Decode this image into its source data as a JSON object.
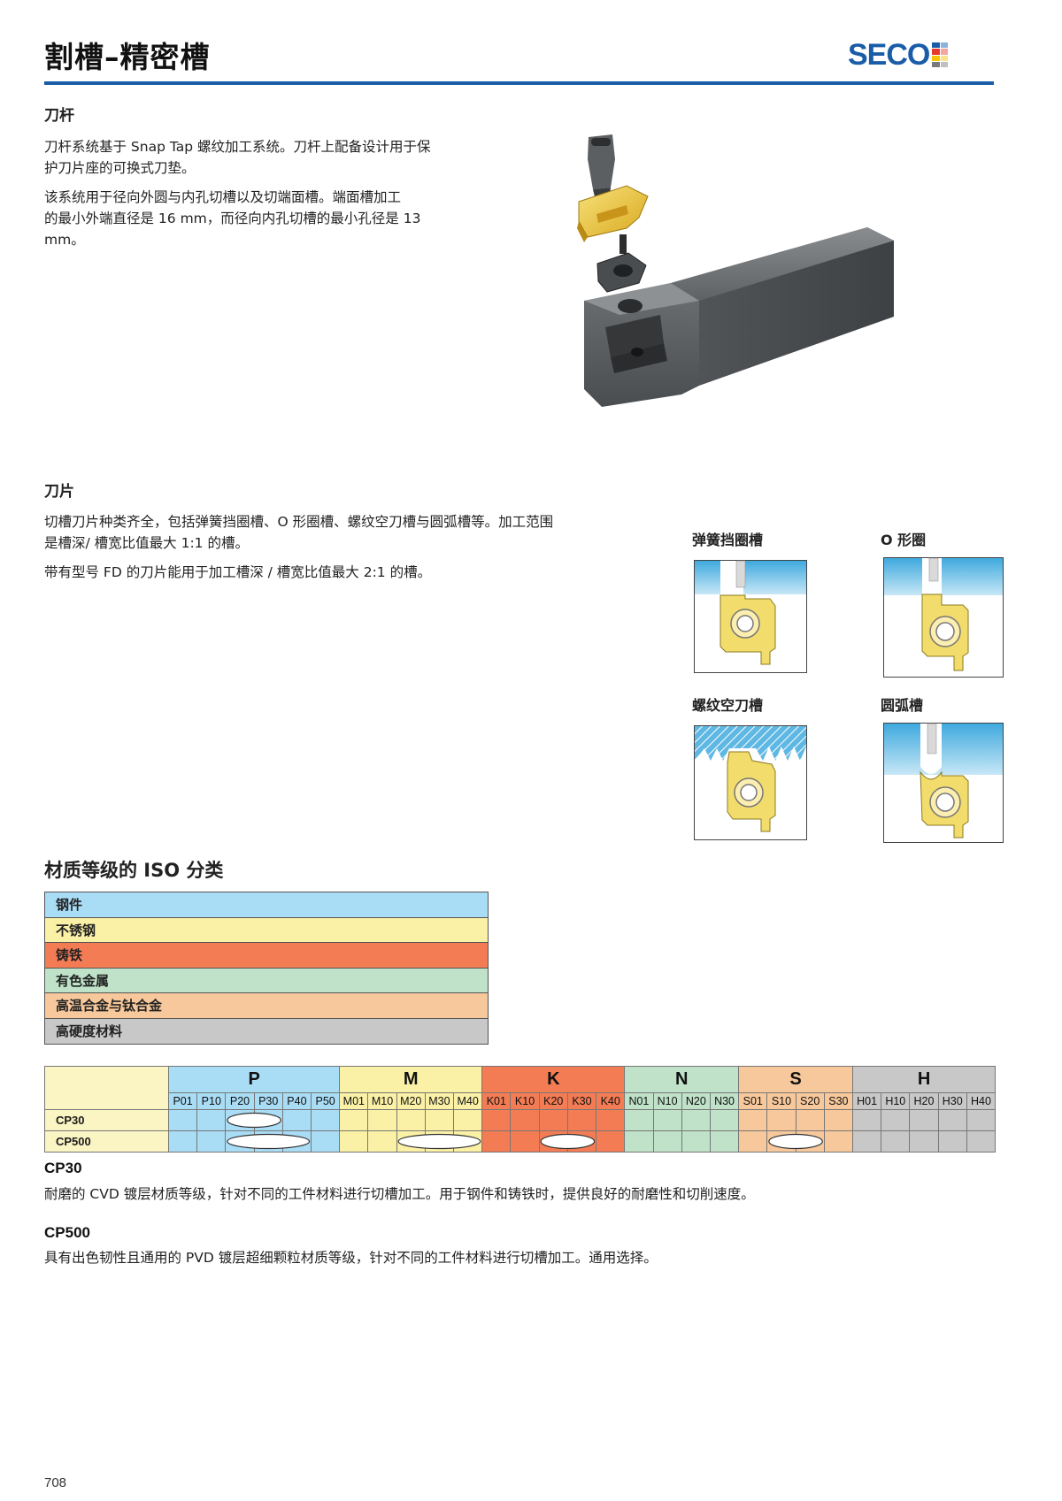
{
  "header": {
    "title": "割槽–精密槽",
    "logo_text": "SECO",
    "accent_color": "#1a5ca8"
  },
  "holder": {
    "heading": "刀杆",
    "paragraphs": [
      [
        "刀杆系统基于 Snap Tap 螺纹加工系统。刀杆上配备设计用于保",
        "护刀片座的可换式刀垫。"
      ],
      [
        "该系统用于径向外圆与内孔切槽以及切端面槽。端面槽加工",
        "的最小外端直径是 16 mm，而径向内孔切槽的最小孔径是 13",
        "mm。"
      ]
    ]
  },
  "inserts": {
    "heading": "刀片",
    "paragraphs": [
      [
        "切槽刀片种类齐全，包括弹簧挡圈槽、O 形圈槽、螺纹空刀槽与圆弧槽等。加工范围",
        "是槽深/ 槽宽比值最大 1:1 的槽。"
      ],
      [
        "带有型号 FD 的刀片能用于加工槽深 / 槽宽比值最大 2:1 的槽。"
      ]
    ],
    "groove_types": [
      {
        "label": "弹簧挡圈槽",
        "icon": "circlip-groove-icon"
      },
      {
        "label": "O 形圈",
        "icon": "o-ring-groove-icon"
      },
      {
        "label": "螺纹空刀槽",
        "icon": "thread-relief-groove-icon"
      },
      {
        "label": "圆弧槽",
        "icon": "radius-groove-icon"
      }
    ]
  },
  "iso": {
    "title": "材质等级的 ISO 分类",
    "materials": [
      {
        "label": "钢件",
        "color": "#a9dcf5"
      },
      {
        "label": "不锈钢",
        "color": "#fbf1a6"
      },
      {
        "label": "铸铁",
        "color": "#f47c54"
      },
      {
        "label": "有色金属",
        "color": "#bfe2c8"
      },
      {
        "label": "高温合金与钛合金",
        "color": "#f7c89b"
      },
      {
        "label": "高硬度材料",
        "color": "#c8c8c8"
      }
    ]
  },
  "grade_table": {
    "groups": [
      {
        "code": "P",
        "color": "#a9dcf5",
        "subs": [
          "P01",
          "P10",
          "P20",
          "P30",
          "P40",
          "P50"
        ]
      },
      {
        "code": "M",
        "color": "#fbf1a6",
        "subs": [
          "M01",
          "M10",
          "M20",
          "M30",
          "M40"
        ]
      },
      {
        "code": "K",
        "color": "#f47c54",
        "subs": [
          "K01",
          "K10",
          "K20",
          "K30",
          "K40"
        ]
      },
      {
        "code": "N",
        "color": "#bfe2c8",
        "subs": [
          "N01",
          "N10",
          "N20",
          "N30"
        ]
      },
      {
        "code": "S",
        "color": "#f7c89b",
        "subs": [
          "S01",
          "S10",
          "S20",
          "S30"
        ]
      },
      {
        "code": "H",
        "color": "#c8c8c8",
        "subs": [
          "H01",
          "H10",
          "H20",
          "H30",
          "H40"
        ]
      }
    ],
    "grades": [
      {
        "name": "CP30",
        "ranges": [
          {
            "group": "P",
            "from": "P20",
            "to": "P30"
          }
        ]
      },
      {
        "name": "CP500",
        "ranges": [
          {
            "group": "P",
            "from": "P20",
            "to": "P40"
          },
          {
            "group": "M",
            "from": "M20",
            "to": "M40"
          },
          {
            "group": "K",
            "from": "K20",
            "to": "K30"
          },
          {
            "group": "S",
            "from": "S10",
            "to": "S20"
          }
        ]
      }
    ]
  },
  "grade_descriptions": [
    {
      "name": "CP30",
      "text": "耐磨的 CVD 镀层材质等级，针对不同的工件材料进行切槽加工。用于钢件和铸铁时，提供良好的耐磨性和切削速度。"
    },
    {
      "name": "CP500",
      "text": "具有出色韧性且通用的 PVD 镀层超细颗粒材质等级，针对不同的工件材料进行切槽加工。通用选择。"
    }
  ],
  "footer": {
    "page_number": "708"
  }
}
